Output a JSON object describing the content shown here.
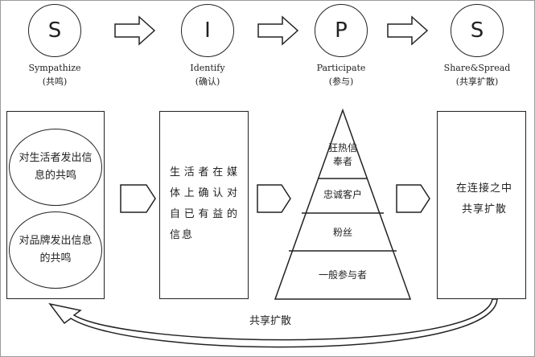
{
  "steps": [
    {
      "letter": "S",
      "name": "Sympathize",
      "cn": "(共鸣)"
    },
    {
      "letter": "I",
      "name": "Identify",
      "cn": "(确认)"
    },
    {
      "letter": "P",
      "name": "Participate",
      "cn": "(参与)"
    },
    {
      "letter": "S",
      "name": "Share&Spread",
      "cn": "(共享扩散)"
    }
  ],
  "sympathize_box": {
    "items": [
      "对生活者发出信息的共鸣",
      "对品牌发出信息的共鸣"
    ]
  },
  "identify_box": {
    "text": "生活者在媒体上确认对自已有益的信息"
  },
  "pyramid": {
    "levels": [
      "狂热信奉者",
      "忠诚客户",
      "粉丝",
      "一般参与者"
    ]
  },
  "share_box": {
    "text": "在连接之中共享扩散"
  },
  "loop_label": "共享扩散"
}
